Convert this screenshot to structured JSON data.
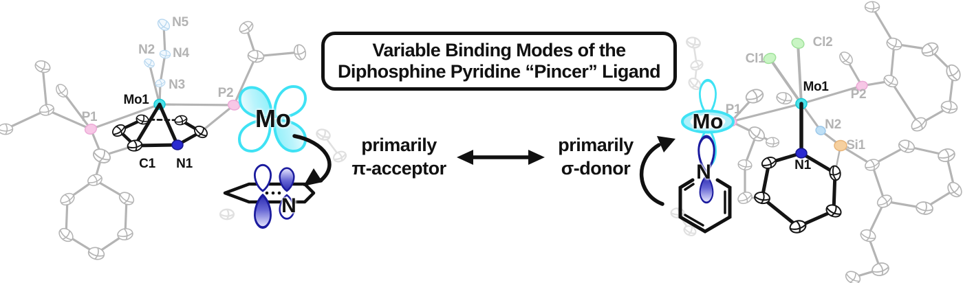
{
  "title_box": {
    "line1": "Variable Binding Modes of the",
    "line2": "Diphosphine Pyridine “Pincer” Ligand"
  },
  "equilibrium": {
    "left": {
      "line1": "primarily",
      "line2": "π-acceptor"
    },
    "right": {
      "line1": "primarily",
      "line2": "σ-donor"
    }
  },
  "orbital_left": {
    "metal": "Mo",
    "nitrogen": "N"
  },
  "orbital_right": {
    "metal": "Mo",
    "nitrogen": "N"
  },
  "structure_left": {
    "labels": {
      "N5": "N5",
      "N2": "N2",
      "N4": "N4",
      "N3": "N3",
      "Mo1": "Mo1",
      "P1": "P1",
      "P2": "P2",
      "C1": "C1",
      "N1": "N1"
    }
  },
  "structure_right": {
    "labels": {
      "Cl1": "Cl1",
      "Cl2": "Cl2",
      "Mo1": "Mo1",
      "P1": "P1",
      "P2": "P2",
      "N2": "N2",
      "Si1": "Si1",
      "N1": "N1"
    }
  },
  "colors": {
    "cyan_stroke": "#3fe2f4",
    "cyan_fill": "#aef2fb",
    "blue_stroke": "#1b1b9e",
    "blue_fill": "#3c3cc0",
    "gray": "#b4b4b4",
    "mo_atom": "#4ae2ea",
    "n_atom": "#2a2ad0",
    "n_faded": "#dcecf9",
    "p_atom": "#f7c7e6",
    "cl_atom": "#c9f5c4",
    "si_atom": "#f6d09f"
  }
}
